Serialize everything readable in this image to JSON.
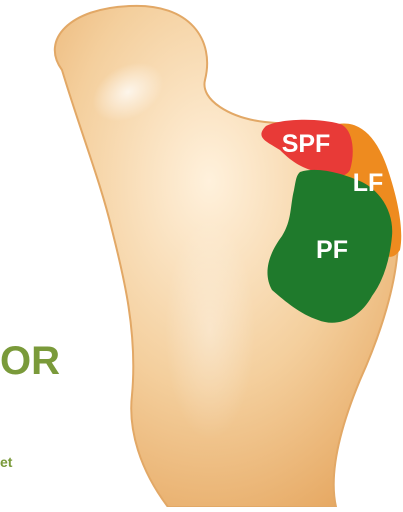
{
  "figure": {
    "labels": {
      "spf": "SPF",
      "lf": "LF",
      "pf": "PF"
    },
    "cropped_text": {
      "large": "OR",
      "small": "et"
    }
  },
  "colors": {
    "bone_fill": "#f2c994",
    "bone_edge": "#e2a866",
    "bone_highlight": "#fff1dc",
    "spf": "#e83a37",
    "lf": "#ee8b1f",
    "pf": "#1f7a2c",
    "side_text": "#7a9a3a",
    "label_text": "#ffffff"
  }
}
